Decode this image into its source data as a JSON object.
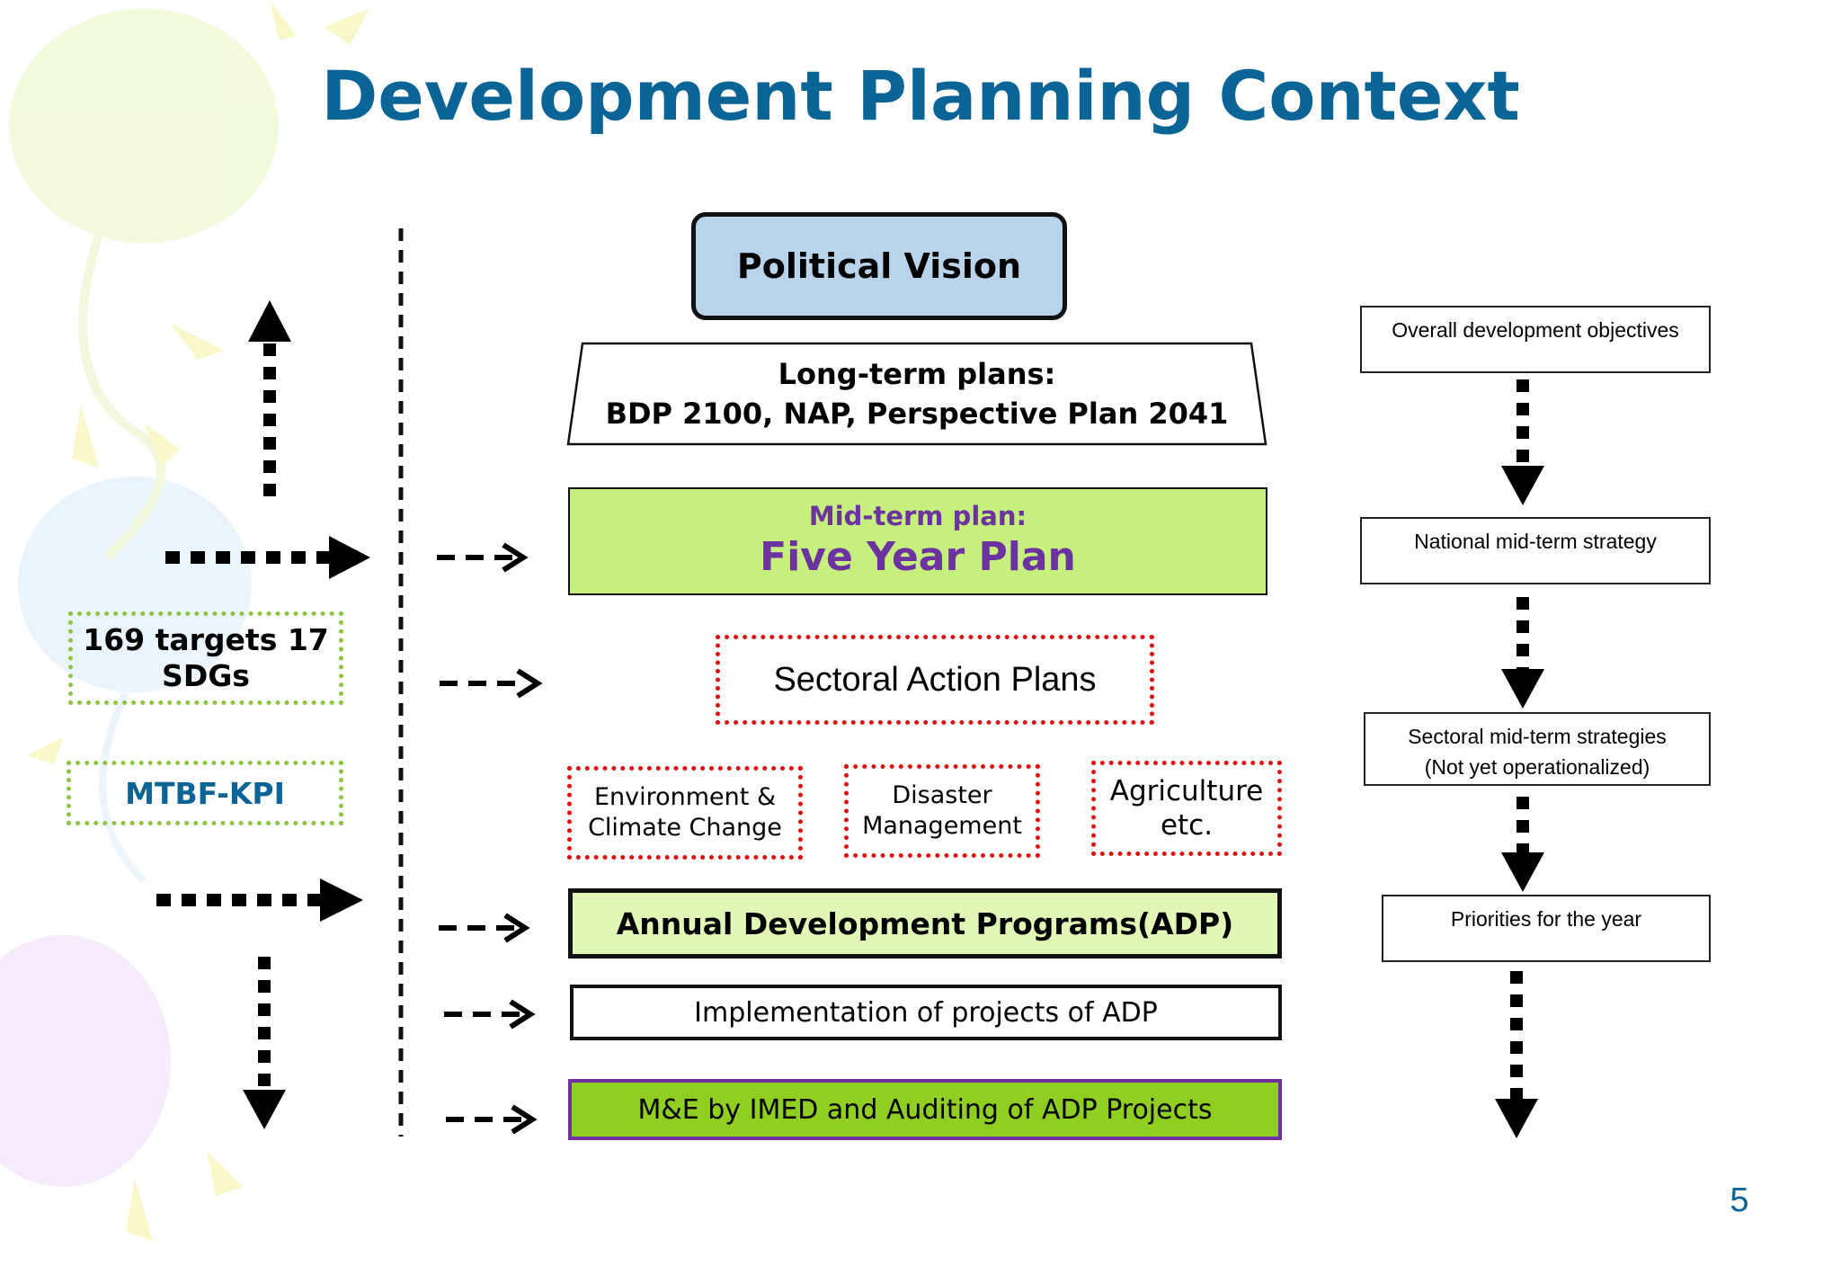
{
  "title": "Development Planning Context",
  "center": {
    "political_vision": "Political Vision",
    "long_term_line1": "Long-term plans:",
    "long_term_line2": "BDP 2100, NAP, Perspective Plan 2041",
    "mid_term_label": "Mid-term plan:",
    "mid_term_title": "Five Year Plan",
    "sectoral_action_plans": "Sectoral Action Plans",
    "sub_plans": [
      {
        "line1": "Environment &",
        "line2": "Climate Change"
      },
      {
        "line1": "Disaster",
        "line2": "Management"
      },
      {
        "line1": "Agriculture",
        "line2": "etc."
      }
    ],
    "adp": "Annual Development Programs(ADP)",
    "implementation": "Implementation of projects of ADP",
    "monitoring": "M&E by IMED and Auditing of ADP Projects"
  },
  "right": [
    {
      "line1": "Overall development objectives"
    },
    {
      "line1": "National mid-term strategy"
    },
    {
      "line1": "Sectoral mid-term strategies",
      "line2": "(Not yet operationalized)"
    },
    {
      "line1": "Priorities for the year"
    }
  ],
  "left": {
    "sdg_line1": "169 targets 17",
    "sdg_line2": "SDGs",
    "mtbf": "MTBF-KPI"
  },
  "page_number": "5",
  "colors": {
    "title": "#0b6496",
    "political_vision_fill": "#b8d3ea",
    "mid_term_fill": "#c7ef7e",
    "mid_term_text": "#6b32a0",
    "adp_fill": "#e1f7b6",
    "monitoring_fill": "#90cf22",
    "monitoring_border": "#7030a0",
    "dotted_red": "#e01010",
    "dotted_green": "#8cc641"
  }
}
